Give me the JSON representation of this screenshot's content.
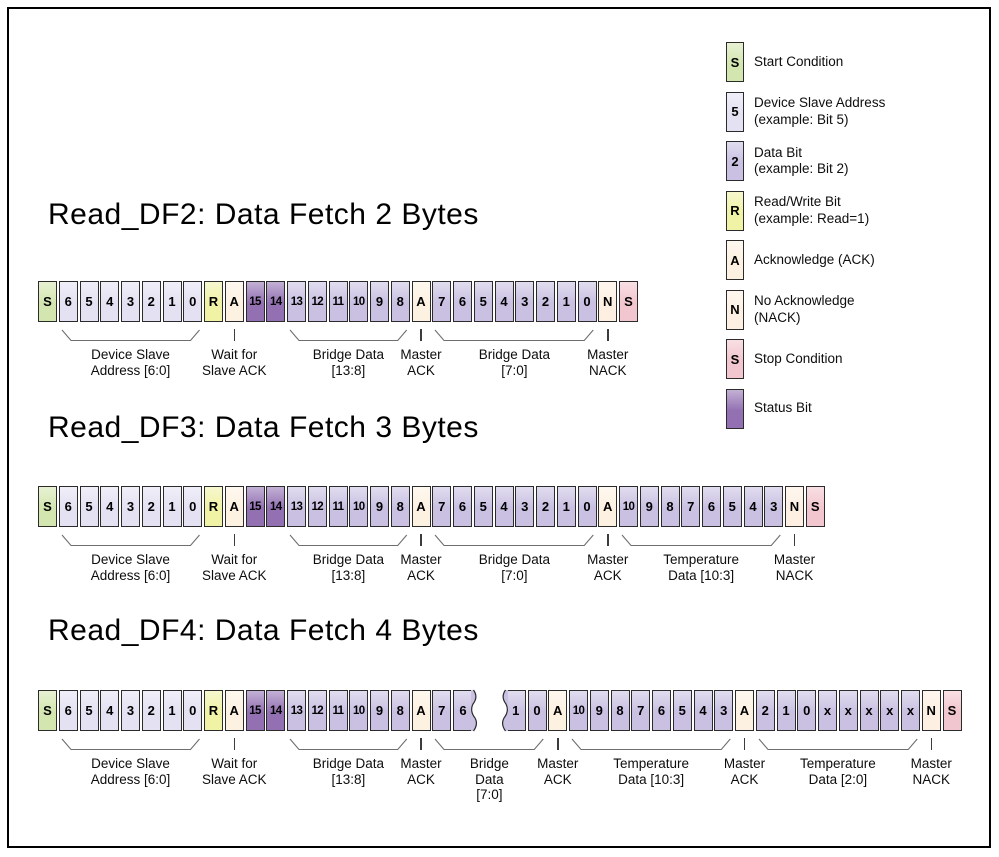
{
  "colors": {
    "start": "#d4e6b0",
    "addr": "#e4e1f2",
    "data": "#c9c0e2",
    "rw": "#f0f2a6",
    "ack": "#fdf2e2",
    "nack": "#fdf0e2",
    "stop": "#f2c6ce",
    "status": "#9270b2",
    "cell_border": "#2b2b2b",
    "brace_line": "#6e6e6e"
  },
  "legend": {
    "items": [
      {
        "letter": "S",
        "c": "start",
        "label": "Start Condition"
      },
      {
        "letter": "5",
        "c": "addr",
        "label": "Device Slave Address\n(example: Bit 5)"
      },
      {
        "letter": "2",
        "c": "data",
        "label": "Data Bit\n(example: Bit 2)"
      },
      {
        "letter": "R",
        "c": "rw",
        "label": "Read/Write Bit\n(example: Read=1)"
      },
      {
        "letter": "A",
        "c": "ack",
        "label": "Acknowledge (ACK)"
      },
      {
        "letter": "N",
        "c": "nack",
        "label": "No Acknowledge\n(NACK)"
      },
      {
        "letter": "S",
        "c": "stop",
        "label": "Stop Condition"
      },
      {
        "letter": "",
        "c": "status",
        "label": "Status Bit"
      }
    ]
  },
  "diagrams": [
    {
      "title": "Read_DF2: Data Fetch 2 Bytes",
      "cells": [
        {
          "t": "S",
          "c": "start"
        },
        {
          "t": "6",
          "c": "addr"
        },
        {
          "t": "5",
          "c": "addr"
        },
        {
          "t": "4",
          "c": "addr"
        },
        {
          "t": "3",
          "c": "addr"
        },
        {
          "t": "2",
          "c": "addr"
        },
        {
          "t": "1",
          "c": "addr"
        },
        {
          "t": "0",
          "c": "addr"
        },
        {
          "t": "R",
          "c": "rw"
        },
        {
          "t": "A",
          "c": "ack"
        },
        {
          "t": "15",
          "c": "status"
        },
        {
          "t": "14",
          "c": "status"
        },
        {
          "t": "13",
          "c": "data"
        },
        {
          "t": "12",
          "c": "data"
        },
        {
          "t": "11",
          "c": "data"
        },
        {
          "t": "10",
          "c": "data"
        },
        {
          "t": "9",
          "c": "data"
        },
        {
          "t": "8",
          "c": "data"
        },
        {
          "t": "A",
          "c": "ack"
        },
        {
          "t": "7",
          "c": "data"
        },
        {
          "t": "6",
          "c": "data"
        },
        {
          "t": "5",
          "c": "data"
        },
        {
          "t": "4",
          "c": "data"
        },
        {
          "t": "3",
          "c": "data"
        },
        {
          "t": "2",
          "c": "data"
        },
        {
          "t": "1",
          "c": "data"
        },
        {
          "t": "0",
          "c": "data"
        },
        {
          "t": "N",
          "c": "nack"
        },
        {
          "t": "S",
          "c": "stop"
        }
      ],
      "groups": [
        {
          "label": "Device Slave\nAddress [6:0]",
          "from": 1,
          "to": 7
        },
        {
          "label": "Wait for\nSlave ACK",
          "tick": 9
        },
        {
          "label": "Bridge Data\n[13:8]",
          "from": 12,
          "to": 17
        },
        {
          "label": "Master\nACK",
          "tick": 18
        },
        {
          "label": "Bridge Data\n[7:0]",
          "from": 19,
          "to": 26
        },
        {
          "label": "Master\nNACK",
          "tick": 27
        }
      ]
    },
    {
      "title": "Read_DF3: Data Fetch 3 Bytes",
      "cells": [
        {
          "t": "S",
          "c": "start"
        },
        {
          "t": "6",
          "c": "addr"
        },
        {
          "t": "5",
          "c": "addr"
        },
        {
          "t": "4",
          "c": "addr"
        },
        {
          "t": "3",
          "c": "addr"
        },
        {
          "t": "2",
          "c": "addr"
        },
        {
          "t": "1",
          "c": "addr"
        },
        {
          "t": "0",
          "c": "addr"
        },
        {
          "t": "R",
          "c": "rw"
        },
        {
          "t": "A",
          "c": "ack"
        },
        {
          "t": "15",
          "c": "status"
        },
        {
          "t": "14",
          "c": "status"
        },
        {
          "t": "13",
          "c": "data"
        },
        {
          "t": "12",
          "c": "data"
        },
        {
          "t": "11",
          "c": "data"
        },
        {
          "t": "10",
          "c": "data"
        },
        {
          "t": "9",
          "c": "data"
        },
        {
          "t": "8",
          "c": "data"
        },
        {
          "t": "A",
          "c": "ack"
        },
        {
          "t": "7",
          "c": "data"
        },
        {
          "t": "6",
          "c": "data"
        },
        {
          "t": "5",
          "c": "data"
        },
        {
          "t": "4",
          "c": "data"
        },
        {
          "t": "3",
          "c": "data"
        },
        {
          "t": "2",
          "c": "data"
        },
        {
          "t": "1",
          "c": "data"
        },
        {
          "t": "0",
          "c": "data"
        },
        {
          "t": "A",
          "c": "ack"
        },
        {
          "t": "10",
          "c": "data"
        },
        {
          "t": "9",
          "c": "data"
        },
        {
          "t": "8",
          "c": "data"
        },
        {
          "t": "7",
          "c": "data"
        },
        {
          "t": "6",
          "c": "data"
        },
        {
          "t": "5",
          "c": "data"
        },
        {
          "t": "4",
          "c": "data"
        },
        {
          "t": "3",
          "c": "data"
        },
        {
          "t": "N",
          "c": "nack"
        },
        {
          "t": "S",
          "c": "stop"
        }
      ],
      "groups": [
        {
          "label": "Device Slave\nAddress [6:0]",
          "from": 1,
          "to": 7
        },
        {
          "label": "Wait for\nSlave ACK",
          "tick": 9
        },
        {
          "label": "Bridge Data\n[13:8]",
          "from": 12,
          "to": 17
        },
        {
          "label": "Master\nACK",
          "tick": 18
        },
        {
          "label": "Bridge Data\n[7:0]",
          "from": 19,
          "to": 26
        },
        {
          "label": "Master\nACK",
          "tick": 27
        },
        {
          "label": "Temperature\nData [10:3]",
          "from": 28,
          "to": 35
        },
        {
          "label": "Master\nNACK",
          "tick": 36
        }
      ]
    },
    {
      "title": "Read_DF4: Data Fetch 4 Bytes",
      "cells": [
        {
          "t": "S",
          "c": "start"
        },
        {
          "t": "6",
          "c": "addr"
        },
        {
          "t": "5",
          "c": "addr"
        },
        {
          "t": "4",
          "c": "addr"
        },
        {
          "t": "3",
          "c": "addr"
        },
        {
          "t": "2",
          "c": "addr"
        },
        {
          "t": "1",
          "c": "addr"
        },
        {
          "t": "0",
          "c": "addr"
        },
        {
          "t": "R",
          "c": "rw"
        },
        {
          "t": "A",
          "c": "ack"
        },
        {
          "t": "15",
          "c": "status"
        },
        {
          "t": "14",
          "c": "status"
        },
        {
          "t": "13",
          "c": "data"
        },
        {
          "t": "12",
          "c": "data"
        },
        {
          "t": "11",
          "c": "data"
        },
        {
          "t": "10",
          "c": "data"
        },
        {
          "t": "9",
          "c": "data"
        },
        {
          "t": "8",
          "c": "data"
        },
        {
          "t": "A",
          "c": "ack"
        },
        {
          "t": "7",
          "c": "data"
        },
        {
          "t": "6",
          "c": "data",
          "torn": "right"
        },
        {
          "t": "1",
          "c": "data",
          "torn": "left",
          "gap": 33
        },
        {
          "t": "0",
          "c": "data"
        },
        {
          "t": "A",
          "c": "ack"
        },
        {
          "t": "10",
          "c": "data"
        },
        {
          "t": "9",
          "c": "data"
        },
        {
          "t": "8",
          "c": "data"
        },
        {
          "t": "7",
          "c": "data"
        },
        {
          "t": "6",
          "c": "data"
        },
        {
          "t": "5",
          "c": "data"
        },
        {
          "t": "4",
          "c": "data"
        },
        {
          "t": "3",
          "c": "data"
        },
        {
          "t": "A",
          "c": "ack"
        },
        {
          "t": "2",
          "c": "data"
        },
        {
          "t": "1",
          "c": "data"
        },
        {
          "t": "0",
          "c": "data"
        },
        {
          "t": "x",
          "c": "data"
        },
        {
          "t": "x",
          "c": "data"
        },
        {
          "t": "x",
          "c": "data"
        },
        {
          "t": "x",
          "c": "data"
        },
        {
          "t": "x",
          "c": "data"
        },
        {
          "t": "N",
          "c": "nack"
        },
        {
          "t": "S",
          "c": "stop"
        }
      ],
      "groups": [
        {
          "label": "Device Slave\nAddress [6:0]",
          "from": 1,
          "to": 7
        },
        {
          "label": "Wait for\nSlave ACK",
          "tick": 9
        },
        {
          "label": "Bridge Data\n[13:8]",
          "from": 12,
          "to": 17
        },
        {
          "label": "Master\nACK",
          "tick": 18
        },
        {
          "label": "Bridge\nData\n[7:0]",
          "from": 19,
          "to": 22
        },
        {
          "label": "Master\nACK",
          "tick": 23
        },
        {
          "label": "Temperature\nData [10:3]",
          "from": 24,
          "to": 31
        },
        {
          "label": "Master\nACK",
          "tick": 32
        },
        {
          "label": "Temperature\nData [2:0]",
          "from": 33,
          "to": 40
        },
        {
          "label": "Master\nNACK",
          "tick": 41
        }
      ]
    }
  ]
}
